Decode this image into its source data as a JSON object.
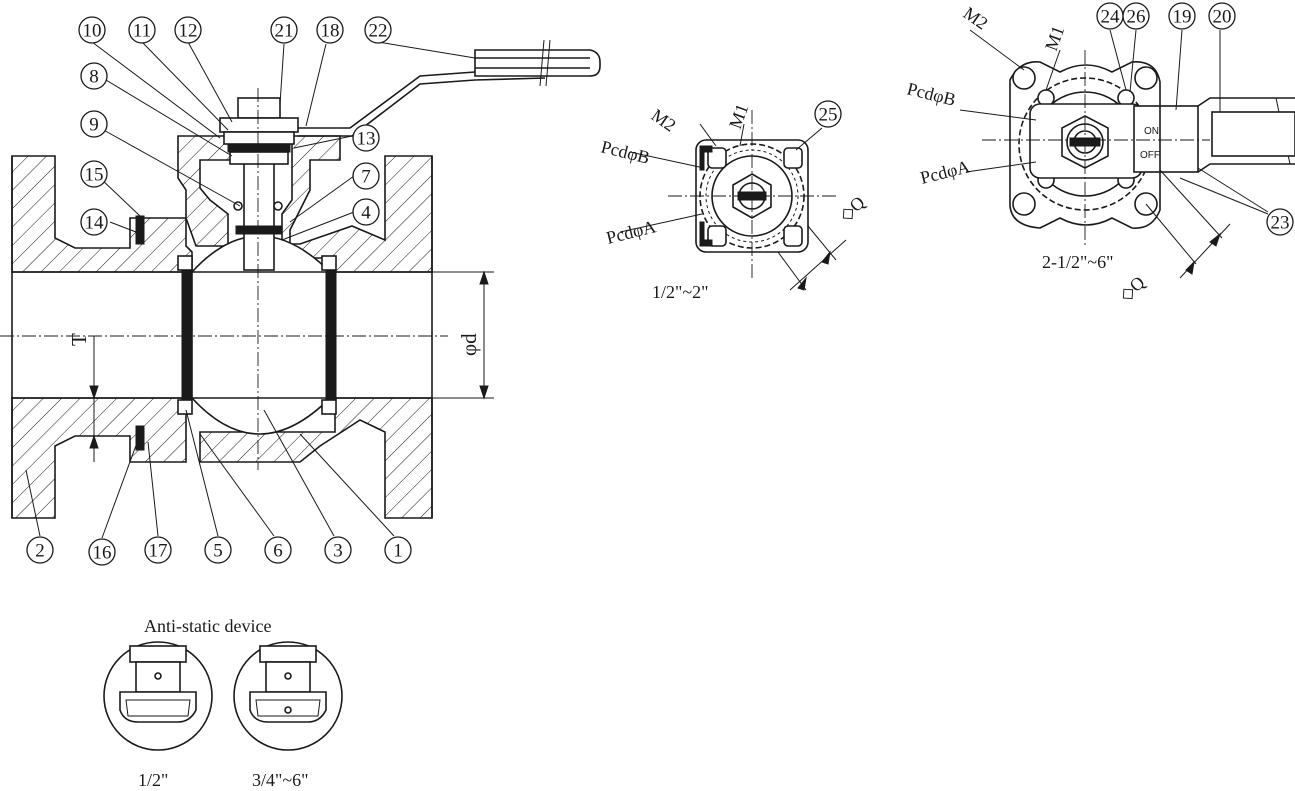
{
  "balloons": [
    {
      "id": "b10",
      "text": "10"
    },
    {
      "id": "b11",
      "text": "11"
    },
    {
      "id": "b12",
      "text": "12"
    },
    {
      "id": "b21",
      "text": "21"
    },
    {
      "id": "b18",
      "text": "18"
    },
    {
      "id": "b22",
      "text": "22"
    },
    {
      "id": "b8",
      "text": "8"
    },
    {
      "id": "b9",
      "text": "9"
    },
    {
      "id": "b13",
      "text": "13"
    },
    {
      "id": "b15",
      "text": "15"
    },
    {
      "id": "b7",
      "text": "7"
    },
    {
      "id": "b4",
      "text": "4"
    },
    {
      "id": "b14",
      "text": "14"
    },
    {
      "id": "b2",
      "text": "2"
    },
    {
      "id": "b16",
      "text": "16"
    },
    {
      "id": "b17",
      "text": "17"
    },
    {
      "id": "b5",
      "text": "5"
    },
    {
      "id": "b6",
      "text": "6"
    },
    {
      "id": "b3",
      "text": "3"
    },
    {
      "id": "b1",
      "text": "1"
    },
    {
      "id": "b25",
      "text": "25"
    },
    {
      "id": "b24",
      "text": "24"
    },
    {
      "id": "b26",
      "text": "26"
    },
    {
      "id": "b19",
      "text": "19"
    },
    {
      "id": "b20",
      "text": "20"
    },
    {
      "id": "b23",
      "text": "23"
    }
  ],
  "main_view": {
    "dim_t": "T",
    "dim_d": "φd"
  },
  "small_top": {
    "m2": "M2",
    "m1": "M1",
    "pcd_b": "PcdφB",
    "pcd_a": "PcdφA",
    "q": "◇Q",
    "size": "1/2\"~2\""
  },
  "large_top": {
    "m2": "M2",
    "m1": "M1",
    "pcd_b": "PcdφB",
    "pcd_a": "PcdφA",
    "q": "◇Q",
    "on": "ON",
    "off": "OFF",
    "size": "2-1/2\"~6\""
  },
  "anti_static": {
    "title": "Anti-static device",
    "left_size": "1/2\"",
    "right_size": "3/4\"~6\""
  }
}
